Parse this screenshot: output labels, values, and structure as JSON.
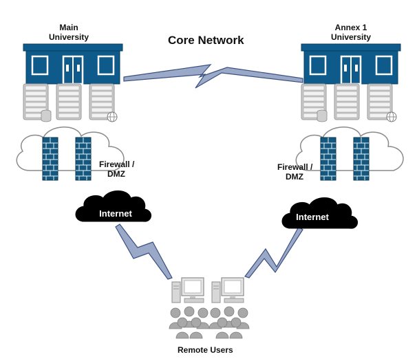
{
  "title": "Core Network",
  "sites": {
    "main": {
      "name_line1": "Main",
      "name_line2": "University",
      "firewall_line1": "Firewall /",
      "firewall_line2": "DMZ"
    },
    "annex": {
      "name_line1": "Annex 1",
      "name_line2": "University",
      "firewall_line1": "Firewall /",
      "firewall_line2": "DMZ"
    }
  },
  "internet_left": "Internet",
  "internet_right": "Internet",
  "remote_users": "Remote Users",
  "colors": {
    "building": "#0e5a8a",
    "building_dark": "#083d5f",
    "firewall": "#13597f",
    "server": "#d0d0d0",
    "link": "#9aa9c8",
    "link_stroke": "#3a4f80",
    "internet_cloud": "#000000"
  },
  "icons": [
    "building-icon",
    "server-icon",
    "database-icon",
    "globe-icon",
    "firewall-icon",
    "cloud-icon",
    "lightning-link-icon",
    "computer-icon",
    "user-group-icon"
  ]
}
